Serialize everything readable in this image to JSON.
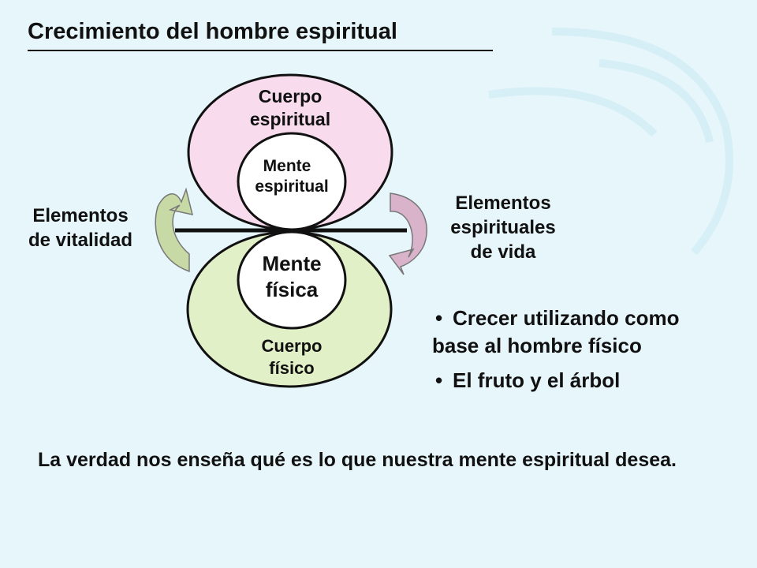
{
  "title": "Crecimiento del hombre espiritual",
  "diagram": {
    "upper_outer_label_line1": "Cuerpo",
    "upper_outer_label_line2": "espiritual",
    "upper_inner_label_line1": "Mente",
    "upper_inner_label_line2": "espiritual",
    "lower_inner_label_line1": "Mente",
    "lower_inner_label_line2": "física",
    "lower_outer_label_line1": "Cuerpo",
    "lower_outer_label_line2": "físico",
    "left_label_line1": "Elementos",
    "left_label_line2": "de vitalidad",
    "right_label_line1": "Elementos",
    "right_label_line2": "espirituales",
    "right_label_line3": "de vida"
  },
  "bullets": [
    {
      "bullet": "•",
      "line1": "Crecer utilizando como",
      "line2": "base al hombre físico"
    },
    {
      "bullet": "•",
      "line1": "El fruto y el árbol"
    }
  ],
  "bottom_text": "La verdad nos enseña qué es lo que nuestra mente espiritual desea.",
  "colors": {
    "background": "#e6f6fb",
    "upper_body_fill": "#f8dcee",
    "lower_body_fill": "#e2f0c8",
    "inner_fill": "#ffffff",
    "left_arrow_fill": "#c7d9a4",
    "right_arrow_fill": "#d9b3c9",
    "text": "#111111"
  },
  "icons": {
    "left_arrow": "curved-arrow-up-icon",
    "right_arrow": "curved-arrow-down-icon"
  }
}
